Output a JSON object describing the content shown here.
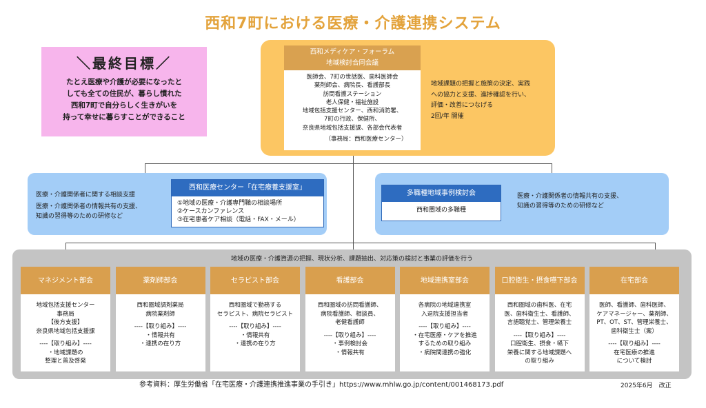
{
  "title": "西和7町における医療・介護連携システム",
  "goal": {
    "heading": "＼最終目標／",
    "lines": [
      "たとえ医療や介護が必要になったと",
      "しても全ての住民が、暮らし慣れた",
      "西和7町で自分らしく生きがいを",
      "持って幸せに暮らすことができること"
    ]
  },
  "forum": {
    "header": [
      "西和メディケア・フォーラム",
      "地域検討合同会議"
    ],
    "members": [
      "医師会、7町の世話医、歯科医師会",
      "薬剤師会、病院長、看護部長",
      "訪問看護ステーション",
      "老人保健・福祉施設",
      "地域包括支援センター、西和消防署、",
      "7町の行政、保健所、",
      "奈良県地域包括支援課、各部会代表者"
    ],
    "office": "（事務局：西和医療センター）",
    "side": [
      "地域課題の把握と施策の決定、実践",
      "への協力と支援、進捗確認を行い、",
      "評価・改善につなげる",
      "2回/年  開催"
    ]
  },
  "left_blue": {
    "texts": [
      "医療・介護関係者に関する相談支援",
      "医療・介護関係者の情報共有の支援、",
      "知識の習得等のための研修など"
    ],
    "box_title": "西和医療センター「在宅療養支援室」",
    "box_items": [
      "①地域の医療・介護専門職の相談場所",
      "②ケースカンファレンス",
      "③在宅患者ケア相談（電話・FAX・メール）"
    ]
  },
  "right_blue": {
    "box_title": "多職種地域事例検討会",
    "box_body": "西和圏域の多職種",
    "texts": [
      "医療・介護関係者の情報共有の支援、",
      "知識の習得等のための研修など"
    ]
  },
  "committees": {
    "caption": "地域の医療・介護資源の把握、現状分析、課題抽出、対応策の検討と事業の評価を行う",
    "items": [
      {
        "name": "マネジメント部会",
        "members": [
          "地域包括支援センター",
          "事務局",
          "【後方支援】",
          "奈良県地域包括支援課"
        ],
        "actions": [
          "----【取り組み】----",
          "・地域課題の",
          "整理と普及啓発"
        ]
      },
      {
        "name": "薬剤師部会",
        "members": [
          "西和圏域調剤薬局",
          "病院薬剤師"
        ],
        "actions": [
          "----【取り組み】----",
          "・情報共有",
          "・連携の在り方"
        ]
      },
      {
        "name": "セラピスト部会",
        "members": [
          "西和圏域で勤務する",
          "セラピスト、病院セラピスト"
        ],
        "actions": [
          "----【取り組み】----",
          "・情報共有",
          "・連携の在り方"
        ]
      },
      {
        "name": "看護部会",
        "members": [
          "西和圏域の訪問看護師、",
          "病院看護師、相談員、",
          "老健看護師"
        ],
        "actions": [
          "----【取り組み】----",
          "・事例検討会",
          "・情報共有"
        ]
      },
      {
        "name": "地域連携室部会",
        "members": [
          "各病院の地域連携室",
          "入退院支援担当者"
        ],
        "actions": [
          "----【取り組み】----",
          "・在宅医療・ケアを推進",
          "するための取り組み",
          "・病院間連携の強化"
        ]
      },
      {
        "name": "口腔衛生・摂食嚥下部会",
        "members": [
          "西和圏域の歯科医、在宅",
          "医、歯科衛生士、看護師、",
          "言語聴覚士、管理栄養士"
        ],
        "actions": [
          "----【取り組み】----",
          "口腔衛生、摂食・嚥下",
          "栄養に関する地域課題へ",
          "の取り組み"
        ]
      },
      {
        "name": "在宅部会",
        "members": [
          "医師、看護師、歯科医師、",
          "ケアマネージャー、薬剤師、",
          "PT、OT、ST、管理栄養士、",
          "歯科衛生士（案）"
        ],
        "actions": [
          "----【取り組み】----",
          "在宅医療の推進",
          "について検討"
        ]
      }
    ]
  },
  "reference": "参考資料：厚生労働省「在宅医療・介護連携推進事業の手引き」https://www.mhlw.go.jp/content/001468173.pdf",
  "revision": "2025年6月　改正"
}
